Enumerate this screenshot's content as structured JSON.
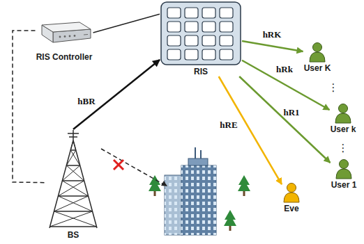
{
  "diagram": {
    "nodes": [
      {
        "text": [
          "RIS Controller"
        ]
      },
      {
        "text": [
          "RIS"
        ]
      },
      {
        "text": [
          "User K"
        ]
      },
      {
        "text": [
          "User k"
        ]
      },
      {
        "text": [
          "User 1"
        ]
      },
      {
        "text": [
          "Eve"
        ]
      },
      {
        "text": [
          "BS"
        ]
      }
    ],
    "edges": [
      {
        "from": 6,
        "to": 1,
        "arrow": "to",
        "label": "hBR"
      },
      {
        "from": 1,
        "to": 2,
        "arrow": "to",
        "label": "hRK"
      },
      {
        "from": 1,
        "to": 3,
        "arrow": "to",
        "label": "hRk"
      },
      {
        "from": 1,
        "to": 4,
        "arrow": "to",
        "label": "hR1"
      },
      {
        "from": 1,
        "to": 5,
        "arrow": "to",
        "label": "hRE"
      },
      {
        "from": 0,
        "to": 1,
        "arrow": "none"
      },
      {
        "from": 0,
        "to": 6,
        "arrow": "none"
      }
    ],
    "labels": [
      "⋮",
      "⋮"
    ]
  }
}
